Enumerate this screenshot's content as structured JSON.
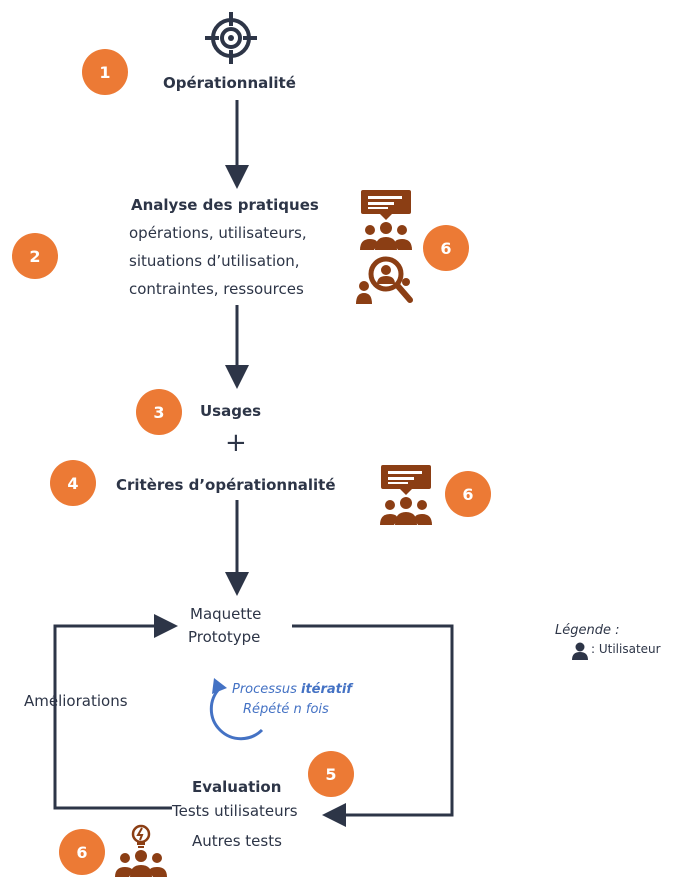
{
  "steps": {
    "s1": {
      "badge": "1",
      "title": "Opérationnalité"
    },
    "s2": {
      "badge": "2",
      "title": "Analyse des pratiques",
      "lines": [
        "opérations, utilisateurs,",
        "situations d’utilisation,",
        "contraintes, ressources"
      ],
      "side_badge": "6"
    },
    "s3": {
      "badge": "3",
      "title": "Usages"
    },
    "plus": "+",
    "s4": {
      "badge": "4",
      "title": "Critères d’opérationnalité",
      "side_badge": "6"
    },
    "loop": {
      "top_lines": [
        "Maquette",
        "Prototype"
      ],
      "left_label": "Améliorations",
      "iterative_line1_prefix": "Processus ",
      "iterative_line1_emph": "itératif",
      "iterative_line2": "Répété n fois",
      "eval_badge": "5",
      "eval_title": "Evaluation",
      "eval_lines": [
        "Tests utilisateurs",
        "Autres tests"
      ],
      "bottom_badge": "6"
    }
  },
  "legend": {
    "title": "Légende :",
    "item": ": Utilisateur"
  },
  "colors": {
    "badge": "#ec7a35",
    "icon": "#8b3e14",
    "line": "#2d3547",
    "accent": "#4472c4"
  }
}
